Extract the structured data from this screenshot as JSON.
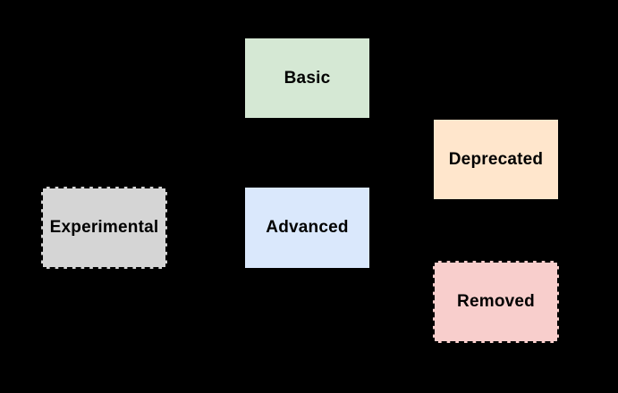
{
  "diagram": {
    "background_color": "#000000",
    "text_color": "#000000",
    "nodes": [
      {
        "id": "basic",
        "label": "Basic",
        "fill": "#d5e8d4",
        "border_style": "solid",
        "border_color": "#000000"
      },
      {
        "id": "deprecated",
        "label": "Deprecated",
        "fill": "#ffe6cc",
        "border_style": "solid",
        "border_color": "#000000"
      },
      {
        "id": "experimental",
        "label": "Experimental",
        "fill": "#d5d5d5",
        "border_style": "dashed",
        "border_color": "#000000"
      },
      {
        "id": "advanced",
        "label": "Advanced",
        "fill": "#dae8fc",
        "border_style": "solid",
        "border_color": "#000000"
      },
      {
        "id": "removed",
        "label": "Removed",
        "fill": "#f8cecc",
        "border_style": "dashed",
        "border_color": "#000000"
      }
    ]
  }
}
